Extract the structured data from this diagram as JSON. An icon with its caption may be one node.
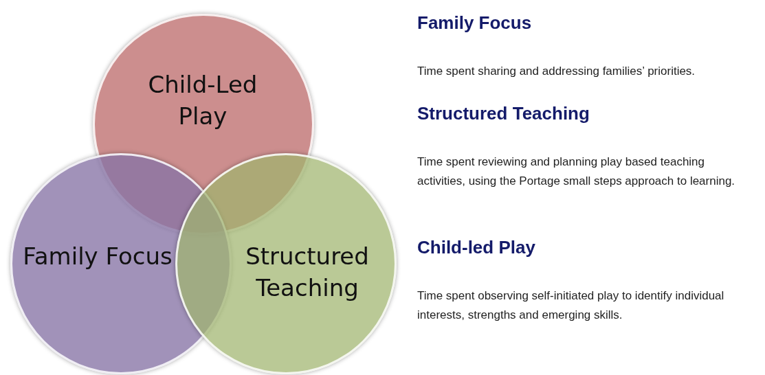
{
  "diagram": {
    "nodes": [
      {
        "text": [
          "Child-Led Play"
        ]
      },
      {
        "text": [
          "Family Focus"
        ]
      },
      {
        "text": [
          "Structured Teaching"
        ]
      }
    ],
    "labels": [
      "Family Focus",
      "Time spent sharing and addressing families’ priorities.",
      "Structured Teaching",
      "Time spent reviewing and planning play based teaching activities, using the Portage small steps approach to learning.",
      "Child-led Play",
      "Time spent observing self-initiated play to identify individual interests, strengths and emerging skills."
    ]
  }
}
